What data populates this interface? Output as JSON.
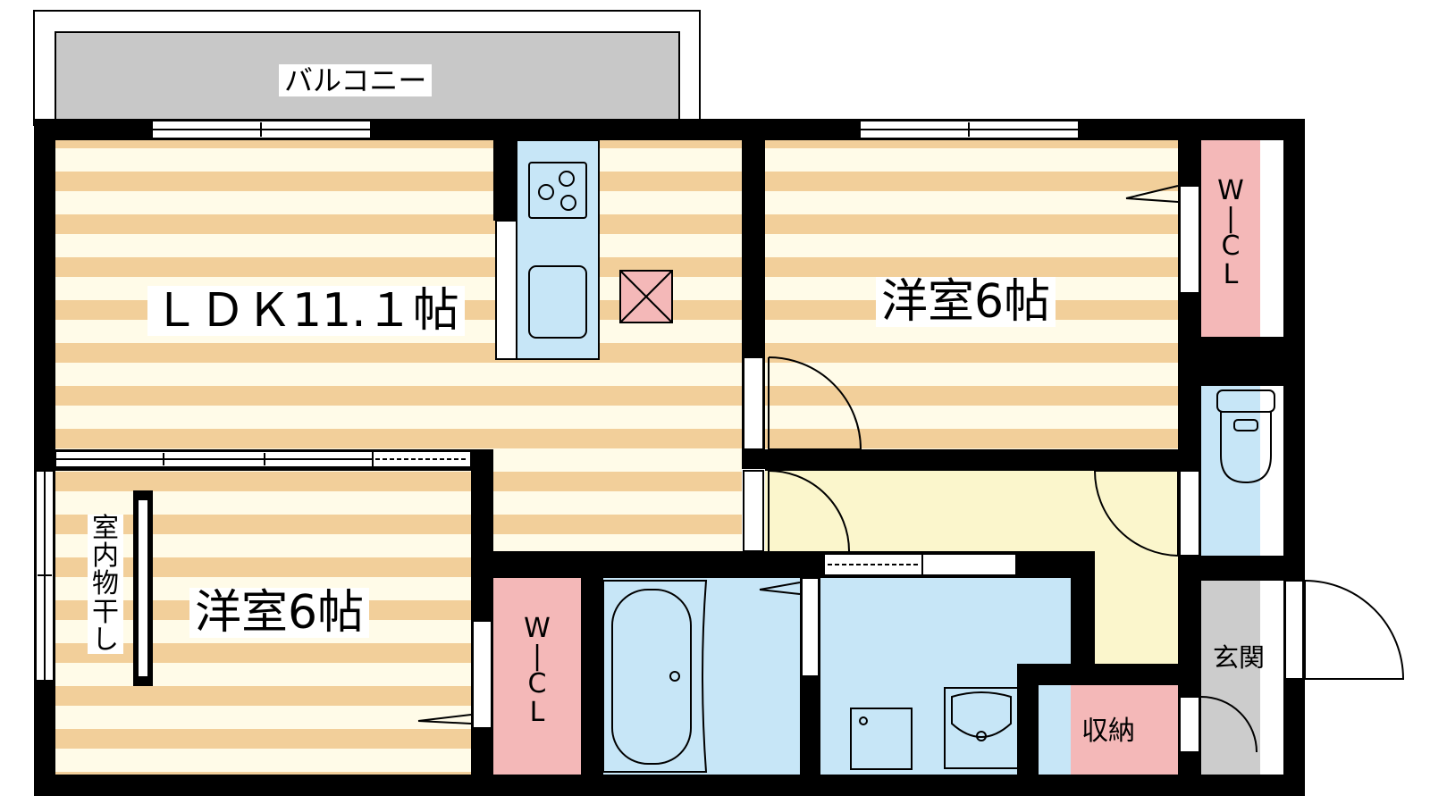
{
  "colors": {
    "floor_stripe": "#f2cf9a",
    "floor_light": "#fffbe8",
    "corridor": "#fbf6cc",
    "water_area": "#c7e6f7",
    "storage_pink": "#f4b8b8",
    "entrance_gray": "#cccccc",
    "balcony_gray": "#c8c8c8",
    "wall": "#000000"
  },
  "balcony": {
    "label": "バルコニー"
  },
  "rooms": {
    "ldk": {
      "label": "ＬＤＫ11.１帖"
    },
    "western_north": {
      "label": "洋室6帖"
    },
    "western_south": {
      "label": "洋室6帖"
    },
    "wic_north": {
      "chars": [
        "W",
        "|",
        "C",
        "L"
      ]
    },
    "wic_south": {
      "chars": [
        "W",
        "|",
        "C",
        "L"
      ]
    },
    "indoor_drying": {
      "chars": [
        "室",
        "内",
        "物",
        "干",
        "し"
      ]
    },
    "storage": {
      "label": "収納"
    },
    "entrance": {
      "label": "玄関"
    }
  },
  "icons": [
    "stove-icon",
    "sink-icon",
    "refrigerator-space-icon",
    "bathtub-icon",
    "toilet-icon",
    "washbasin-icon",
    "washing-machine-icon",
    "door-swing-icon",
    "window-icon"
  ]
}
